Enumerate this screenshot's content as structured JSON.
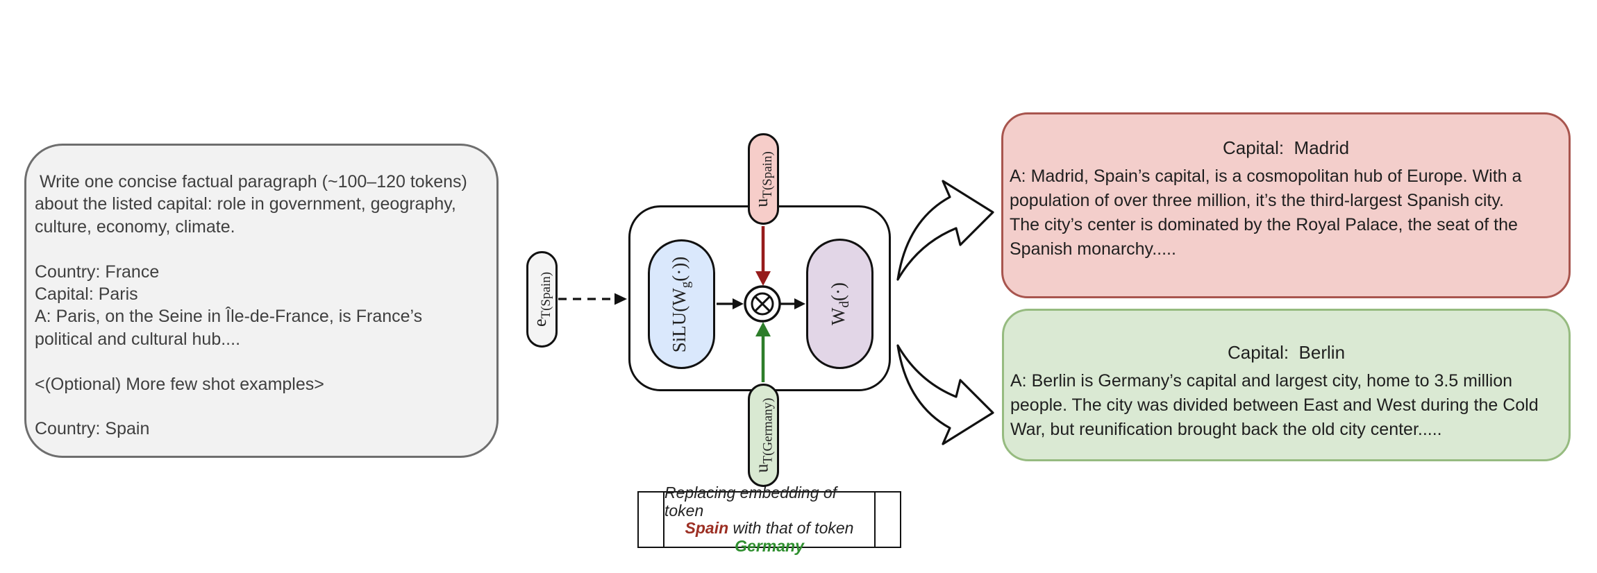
{
  "figure": {
    "description_colors": {
      "prompt_box_fill": "#f2f2f2",
      "prompt_box_border": "#6e6e6e",
      "gate_pill_fill": "#dae8fc",
      "down_pill_fill": "#e2d6e7",
      "u_spain_pill_fill": "#f6cdc9",
      "u_germany_pill_fill": "#d9e9d2",
      "embedding_pill_fill": "#f4f4f4",
      "madrid_box_fill": "#f3cecb",
      "madrid_box_border": "#a8554e",
      "berlin_box_fill": "#dae9d3",
      "berlin_box_border": "#96bb80",
      "red_arrow": "#961c1c",
      "green_arrow": "#2d7d2a",
      "spain_text": "#9c2f23",
      "germany_text": "#2f8f2f"
    }
  },
  "prompt_box": {
    "text": " Write one concise factual paragraph (~100–120 tokens)\nabout the listed capital: role in government, geography,\nculture, economy, climate.\n\nCountry: France\nCapital: Paris\nA: Paris, on the Seine in Île-de-France, is France’s\npolitical and cultural hub....\n\n<(Optional) More few shot examples>\n\nCountry: Spain"
  },
  "pills": {
    "e": {
      "base": "e",
      "sub": "T(Spain)"
    },
    "u_spain": {
      "base": "u",
      "sub": "T(Spain)"
    },
    "u_germany": {
      "base": "u",
      "sub": "T(Germany)"
    },
    "gate": {
      "pre": "SiLU(W",
      "sub": "g",
      "post": "(·))"
    },
    "down": {
      "pre": "W",
      "sub": "d",
      "post": "(·)"
    }
  },
  "operator": {
    "name": "otimes",
    "glyph": "⊗"
  },
  "outputs": {
    "madrid": {
      "title": "Capital:  Madrid",
      "body": "A: Madrid, Spain’s capital, is a cosmopolitan hub of Europe. With a\npopulation of over three million, it’s the third-largest Spanish city.\nThe city’s center is dominated by the Royal Palace, the seat of the\nSpanish monarchy....."
    },
    "berlin": {
      "title": "Capital:  Berlin",
      "body": "A: Berlin is Germany’s capital and largest city, home to 3.5 million\npeople. The city was divided between East and West during the Cold\nWar, but reunification brought back the old city center....."
    }
  },
  "caption": {
    "line1": "Replacing embedding of token",
    "spain": "Spain",
    "line2_rest": " with that of token",
    "germany": "Germany"
  }
}
